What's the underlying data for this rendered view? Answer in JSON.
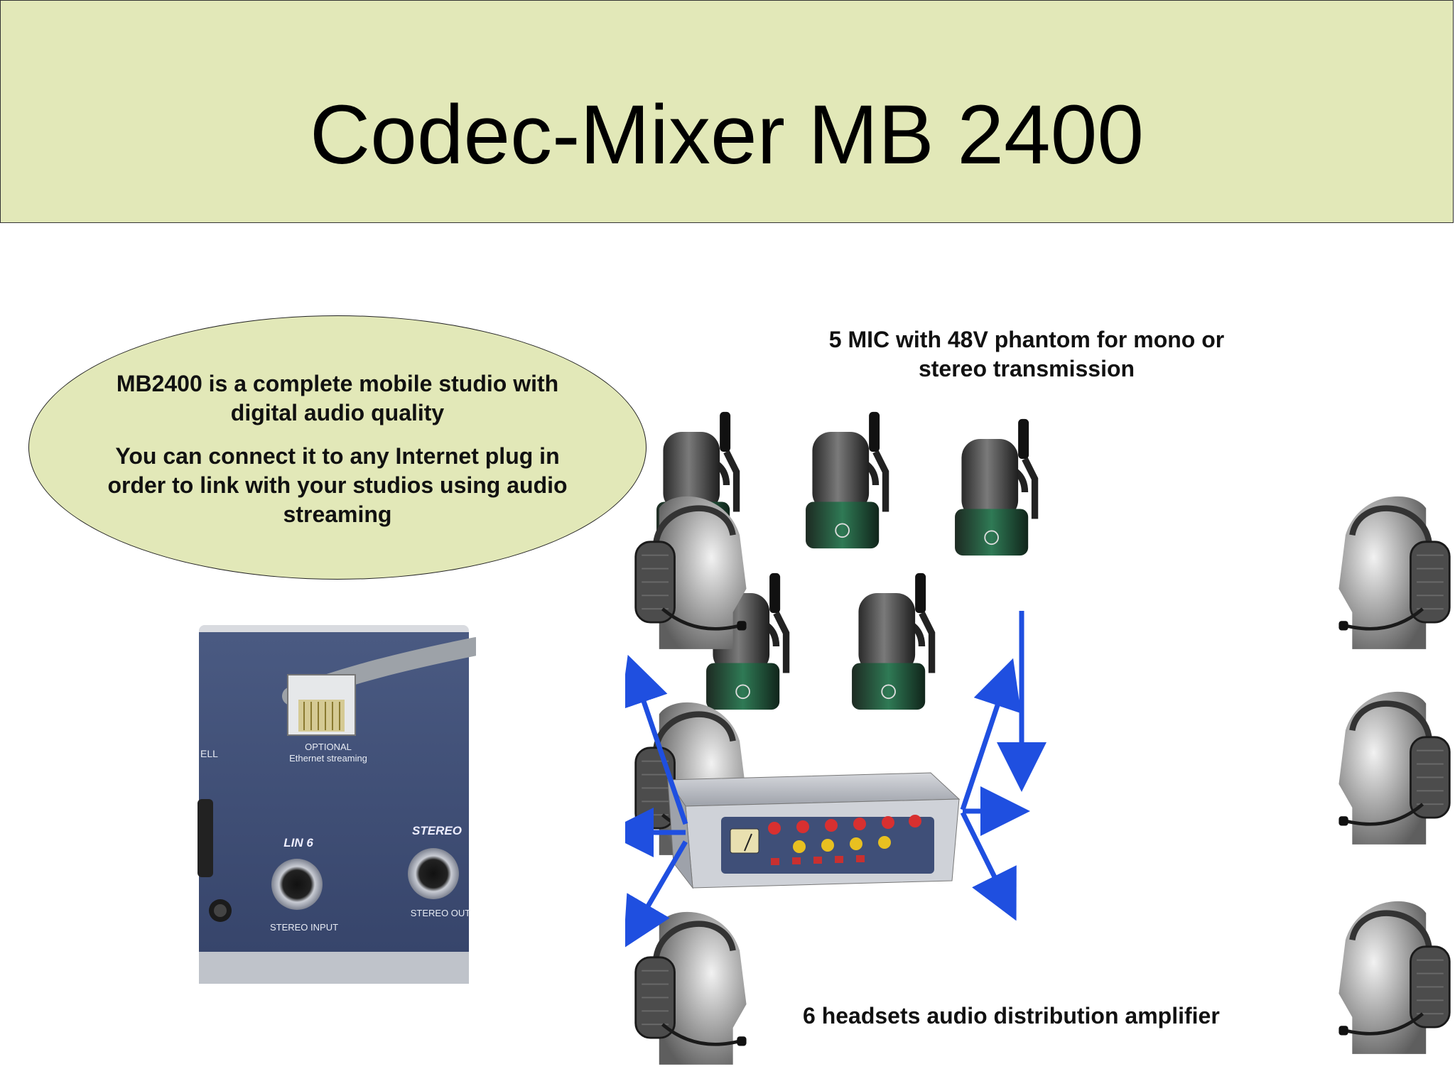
{
  "slide": {
    "title": "Codec-Mixer MB 2400",
    "bubble": {
      "line1": "MB2400 is a complete mobile studio with digital audio quality",
      "line2": "You can connect it to any Internet plug in order to link with your studios using audio streaming"
    },
    "mic_caption": "5 MIC with  48V phantom for mono or stereo transmission",
    "headset_caption": "6 headsets audio distribution amplifier"
  },
  "closeup_panel": {
    "port_label_1": "OPTIONAL",
    "port_label_2": "Ethernet streaming",
    "jack1_label": "LIN  6",
    "jack1_caption": "STEREO INPUT",
    "jack2_label": "STEREO",
    "jack2_caption": "STEREO OUT",
    "edge_label": "ELL"
  },
  "colors": {
    "title_bg": "#e2e8b8",
    "arrow": "#1f4fe0",
    "panel": "#3f4f78"
  }
}
